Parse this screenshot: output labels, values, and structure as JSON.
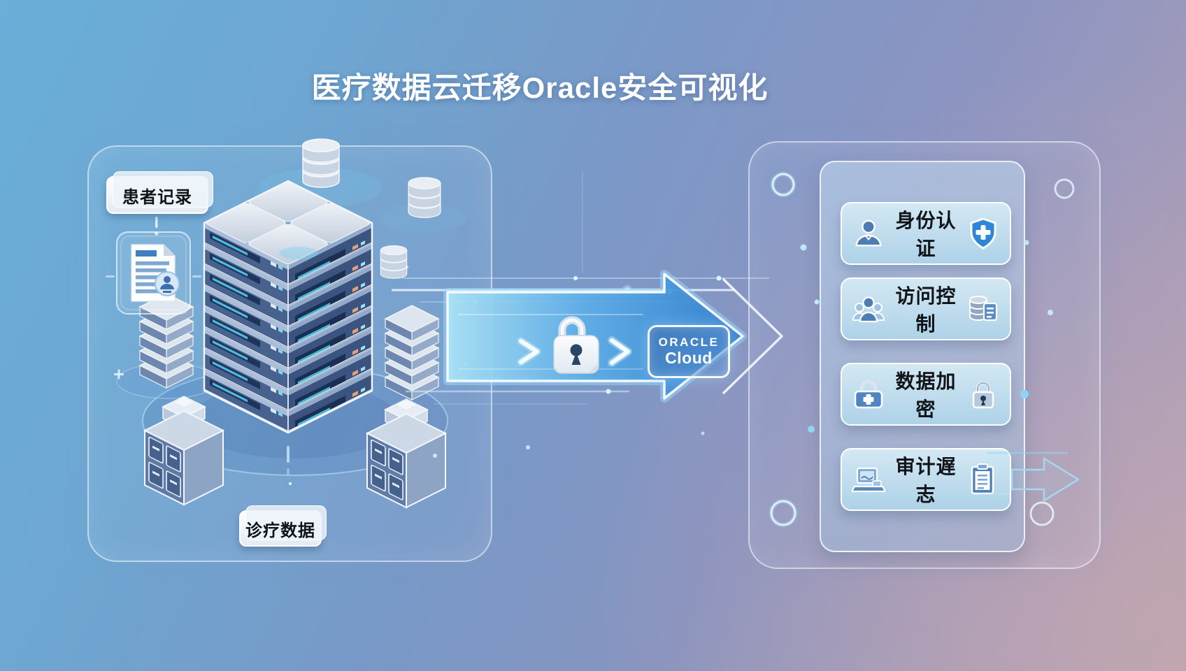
{
  "title": "医疗数据云迁移Oracle安全可视化",
  "left_panel": {
    "patient_records_label": "患者记录",
    "clinical_data_label": "诊疗数据"
  },
  "flow": {
    "oracle_line1": "ORACLE",
    "oracle_line2": "Cloud"
  },
  "right_panel": {
    "items": [
      {
        "label": "身份认证",
        "left_icon": "user-icon",
        "right_icon": "shield-plus-icon"
      },
      {
        "label": "访问控制",
        "left_icon": "user-group-icon",
        "right_icon": "database-shield-icon"
      },
      {
        "label": "数据加密",
        "left_icon": "medical-case-lock-icon",
        "right_icon": "padlock-icon"
      },
      {
        "label": "审计遅志",
        "left_icon": "laptop-icon",
        "right_icon": "clipboard-icon"
      }
    ]
  },
  "colors": {
    "bg_top_left": "#69afd8",
    "bg_bottom_right": "#b1a3b4",
    "accent_cyan": "#8fd8f4",
    "arrow_blue": "#3f8ed6",
    "card_bg": "#bcdcee",
    "text_dark": "#111418",
    "white": "#ffffff"
  }
}
